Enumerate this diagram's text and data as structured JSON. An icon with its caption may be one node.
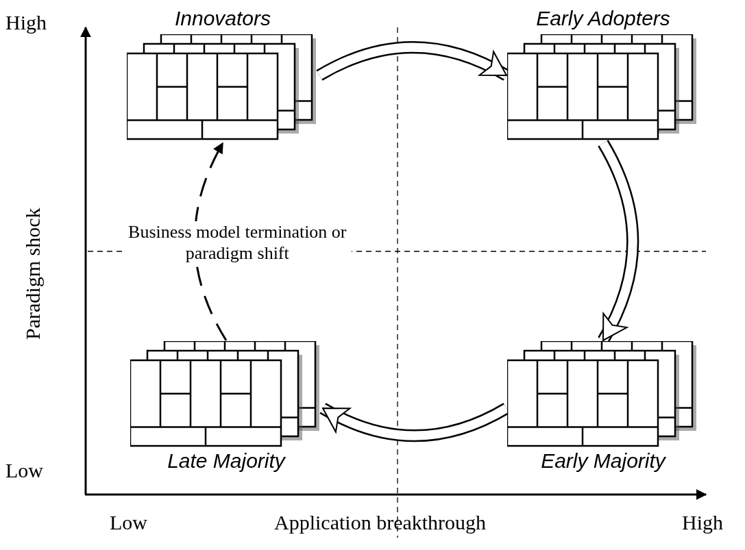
{
  "diagram": {
    "nodes": [
      {
        "text": [
          "Innovators"
        ]
      },
      {
        "text": [
          "Early Adopters"
        ]
      },
      {
        "text": [
          "Late Majority"
        ]
      },
      {
        "text": [
          "Early Majority"
        ]
      }
    ],
    "edges": [
      {
        "from": 0,
        "to": 1,
        "arrow": "to"
      },
      {
        "from": 1,
        "to": 3,
        "arrow": "to"
      },
      {
        "from": 3,
        "to": 2,
        "arrow": "to"
      },
      {
        "from": 2,
        "to": 0,
        "arrow": "to",
        "style": "dashed",
        "label": "Business model termination or paradigm shift"
      }
    ],
    "labels": [
      "High",
      "Paradigm shock",
      "Low",
      "Low",
      "Application breakthrough",
      "High"
    ]
  }
}
